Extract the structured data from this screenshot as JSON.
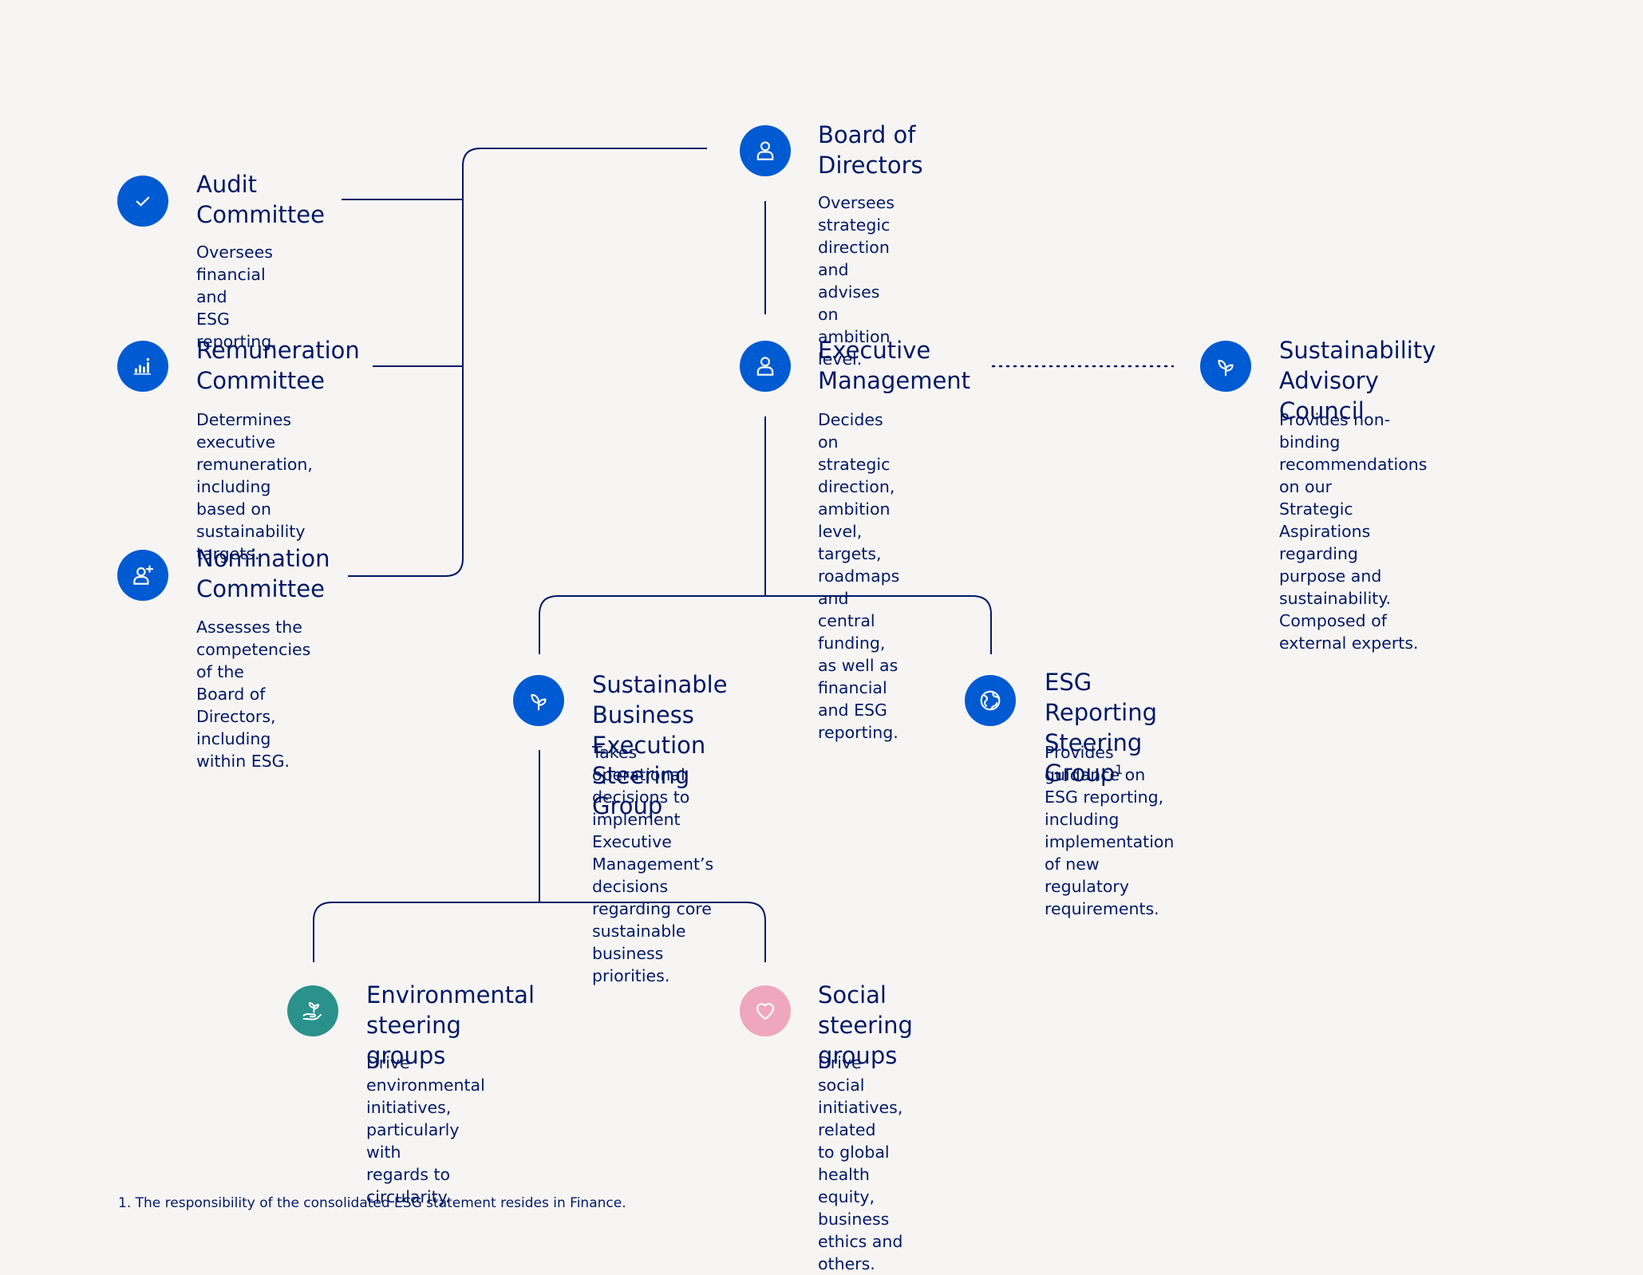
{
  "colors": {
    "navy": "#001965",
    "blue": "#005ad2",
    "teal": "#2a918b",
    "pink": "#eea7bf",
    "background": "#f7f5f4"
  },
  "nodes": {
    "board": {
      "title": "Board of\nDirectors",
      "desc": "Oversees strategic\ndirection and advises\non ambition level.",
      "icon": "person-icon"
    },
    "audit": {
      "title": "Audit\nCommittee",
      "desc": "Oversees financial and\nESG reporting.",
      "icon": "checkmark-icon"
    },
    "remuneration": {
      "title": "Remuneration\nCommittee",
      "desc": "Determines executive\nremuneration, including\nbased on sustainability\ntargets.",
      "icon": "bar-chart-icon"
    },
    "nomination": {
      "title": "Nomination\nCommittee",
      "desc": "Assesses the\ncompetencies of the\nBoard of Directors,\nincluding within ESG.",
      "icon": "person-add-icon"
    },
    "executive": {
      "title": "Executive\nManagement",
      "desc": "Decides on strategic\ndirection, ambition level,\ntargets, roadmaps and\ncentral funding, as well as\nfinancial and ESG reporting.",
      "icon": "person-icon"
    },
    "advisory": {
      "title": "Sustainability\nAdvisory Council",
      "desc": "Provides non-binding\nrecommendations on our\nStrategic Aspirations regarding\npurpose and sustainability.\nComposed of external experts.",
      "icon": "leaf-icon"
    },
    "sbe": {
      "title": "Sustainable Business\nExecution Steering Group",
      "desc": "Takes operational decisions to\nimplement Executive Management’s\ndecisions regarding core\nsustainable business priorities.",
      "icon": "leaf-icon"
    },
    "esg": {
      "title": "ESG Reporting\nSteering Group",
      "title_sup": "1",
      "desc": "Provides guidance on\nESG reporting, including\nimplementation of new\nregulatory requirements.",
      "icon": "globe-icon"
    },
    "environmental": {
      "title": "Environmental\nsteering groups",
      "desc": "Drive environmental\ninitiatives, particularly with\nregards to circularity.",
      "icon": "plant-in-hand-icon"
    },
    "social": {
      "title": "Social steering\ngroups",
      "desc": "Drive social initiatives, related\nto global health equity, business\nethics and others.",
      "icon": "heart-icon"
    }
  },
  "footnote": "1. The responsibility of the consolidated ESG statement resides in Finance."
}
